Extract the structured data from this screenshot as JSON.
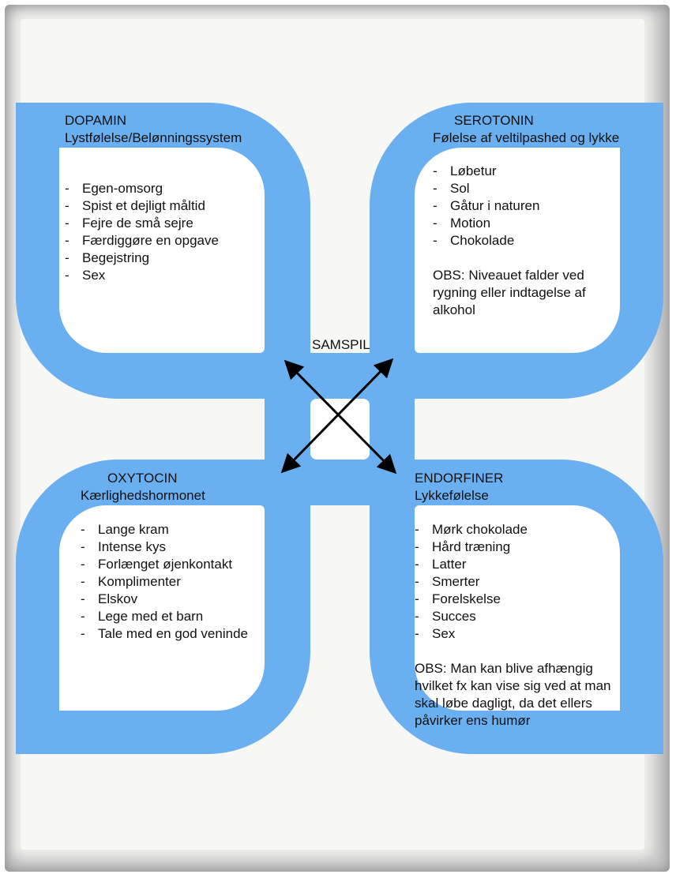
{
  "center_label": "SAMSPIL",
  "colors": {
    "band": "#6aaff0",
    "arrow": "#000000"
  },
  "quadrants": {
    "dopamin": {
      "title": "DOPAMIN",
      "subtitle": "Lystfølelse/Belønningssystem",
      "items": [
        "Egen-omsorg",
        "Spist et dejligt måltid",
        "Fejre de små sejre",
        "Færdiggøre en opgave",
        "Begejstring",
        "Sex"
      ]
    },
    "serotonin": {
      "title": "SEROTONIN",
      "subtitle": "Følelse af veltilpashed og lykke",
      "items": [
        "Løbetur",
        "Sol",
        "Gåtur i naturen",
        "Motion",
        "Chokolade"
      ],
      "note": "OBS: Niveauet falder ved rygning eller indtagelse af alkohol"
    },
    "oxytocin": {
      "title": "OXYTOCIN",
      "subtitle": "Kærlighedshormonet",
      "items": [
        "Lange kram",
        "Intense kys",
        "Forlænget øjenkontakt",
        "Komplimenter",
        "Elskov",
        "Lege med et barn",
        "Tale med en god veninde"
      ]
    },
    "endorfiner": {
      "title": "ENDORFINER",
      "subtitle": "Lykkefølelse",
      "items": [
        "Mørk chokolade",
        "Hård træning",
        "Latter",
        "Smerter",
        "Forelskelse",
        "Succes",
        "Sex"
      ],
      "note": "OBS: Man kan blive afhængig hvilket fx kan vise sig ved at man skal løbe dagligt, da det ellers påvirker ens humør"
    }
  }
}
